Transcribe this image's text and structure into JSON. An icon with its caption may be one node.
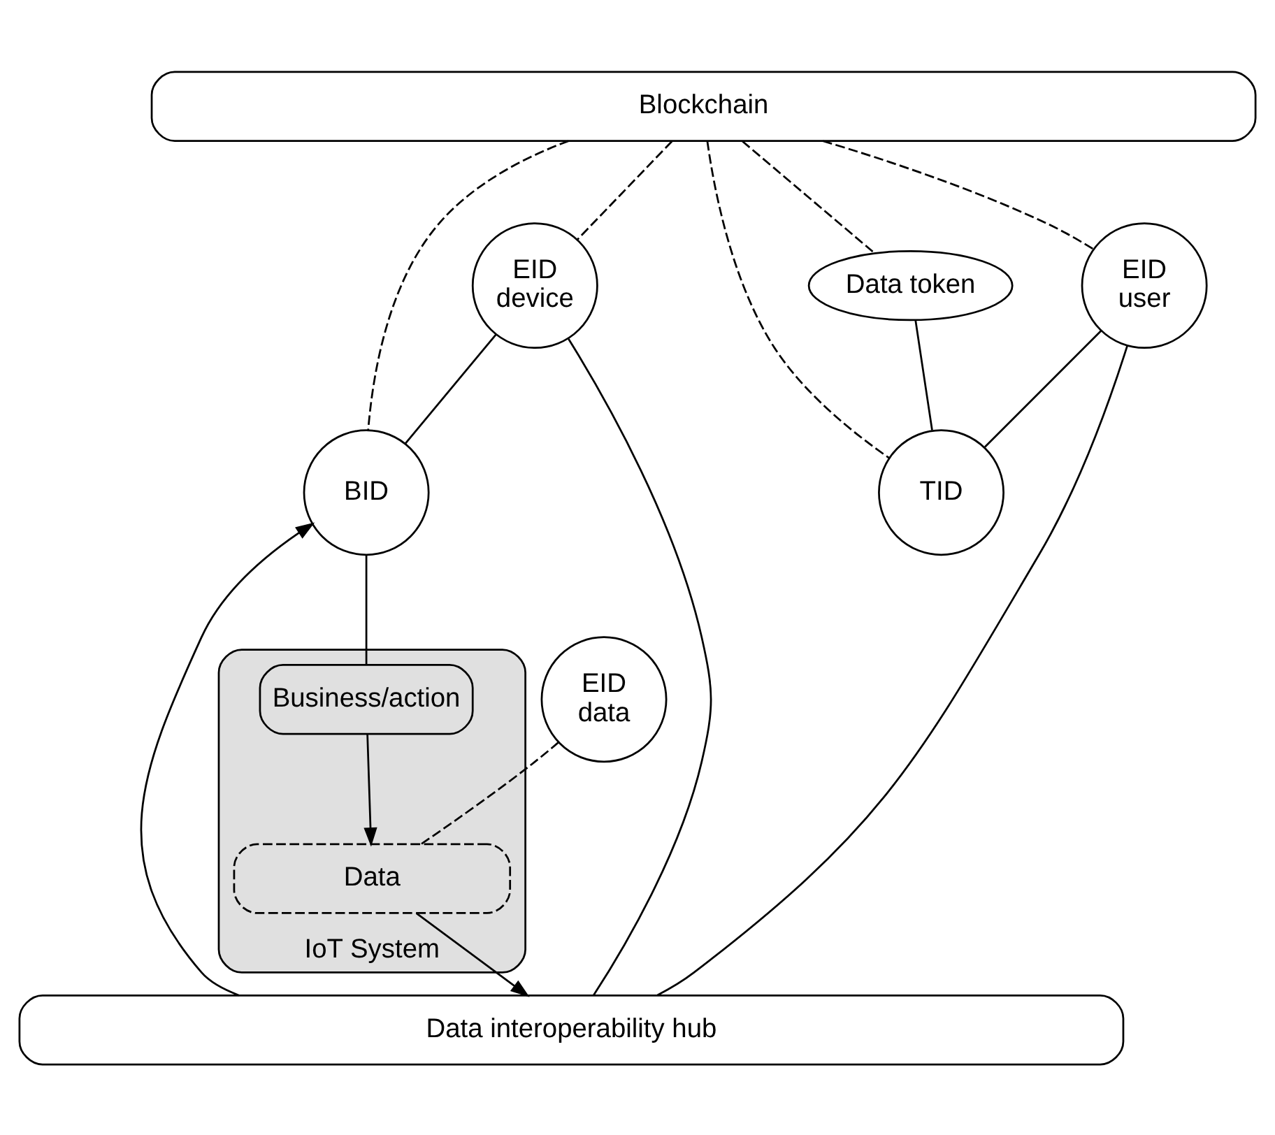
{
  "diagram": {
    "nodes": [
      {
        "text": [
          "Blockchain"
        ]
      },
      {
        "text": [
          "BID"
        ]
      },
      {
        "text": [
          "Data token"
        ]
      },
      {
        "text": [
          "EID",
          "data"
        ]
      },
      {
        "text": [
          "EID",
          "user"
        ]
      },
      {
        "text": [
          "TID"
        ]
      },
      {
        "text": [
          "IoT System"
        ]
      },
      {
        "text": [
          "Business/action"
        ],
        "in": 6
      },
      {
        "text": [
          "Data"
        ],
        "in": 6
      },
      {
        "text": [
          "EID",
          "device"
        ]
      },
      {
        "text": [
          "Data interoperability hub"
        ]
      }
    ],
    "edges": [
      {
        "from": 0,
        "to": 9,
        "arrow": "none",
        "style": "dashed"
      },
      {
        "from": 0,
        "to": 1,
        "arrow": "none",
        "style": "dashed"
      },
      {
        "from": 0,
        "to": 2,
        "arrow": "none",
        "style": "dashed"
      },
      {
        "from": 0,
        "to": 5,
        "arrow": "none",
        "style": "dashed"
      },
      {
        "from": 0,
        "to": 4,
        "arrow": "none",
        "style": "dashed"
      },
      {
        "from": 2,
        "to": 5,
        "arrow": "none"
      },
      {
        "from": 4,
        "to": 5,
        "arrow": "none"
      },
      {
        "from": 1,
        "to": 7,
        "arrow": "none"
      },
      {
        "from": 3,
        "to": 8,
        "arrow": "none",
        "style": "dashed"
      },
      {
        "from": 7,
        "to": 8,
        "arrow": "to"
      },
      {
        "from": 9,
        "to": 1,
        "arrow": "none"
      },
      {
        "from": 10,
        "to": 1,
        "arrow": "to"
      },
      {
        "from": 8,
        "to": 10,
        "arrow": "to"
      },
      {
        "from": 9,
        "to": 10,
        "arrow": "none"
      },
      {
        "from": 4,
        "to": 10,
        "arrow": "none"
      }
    ]
  }
}
